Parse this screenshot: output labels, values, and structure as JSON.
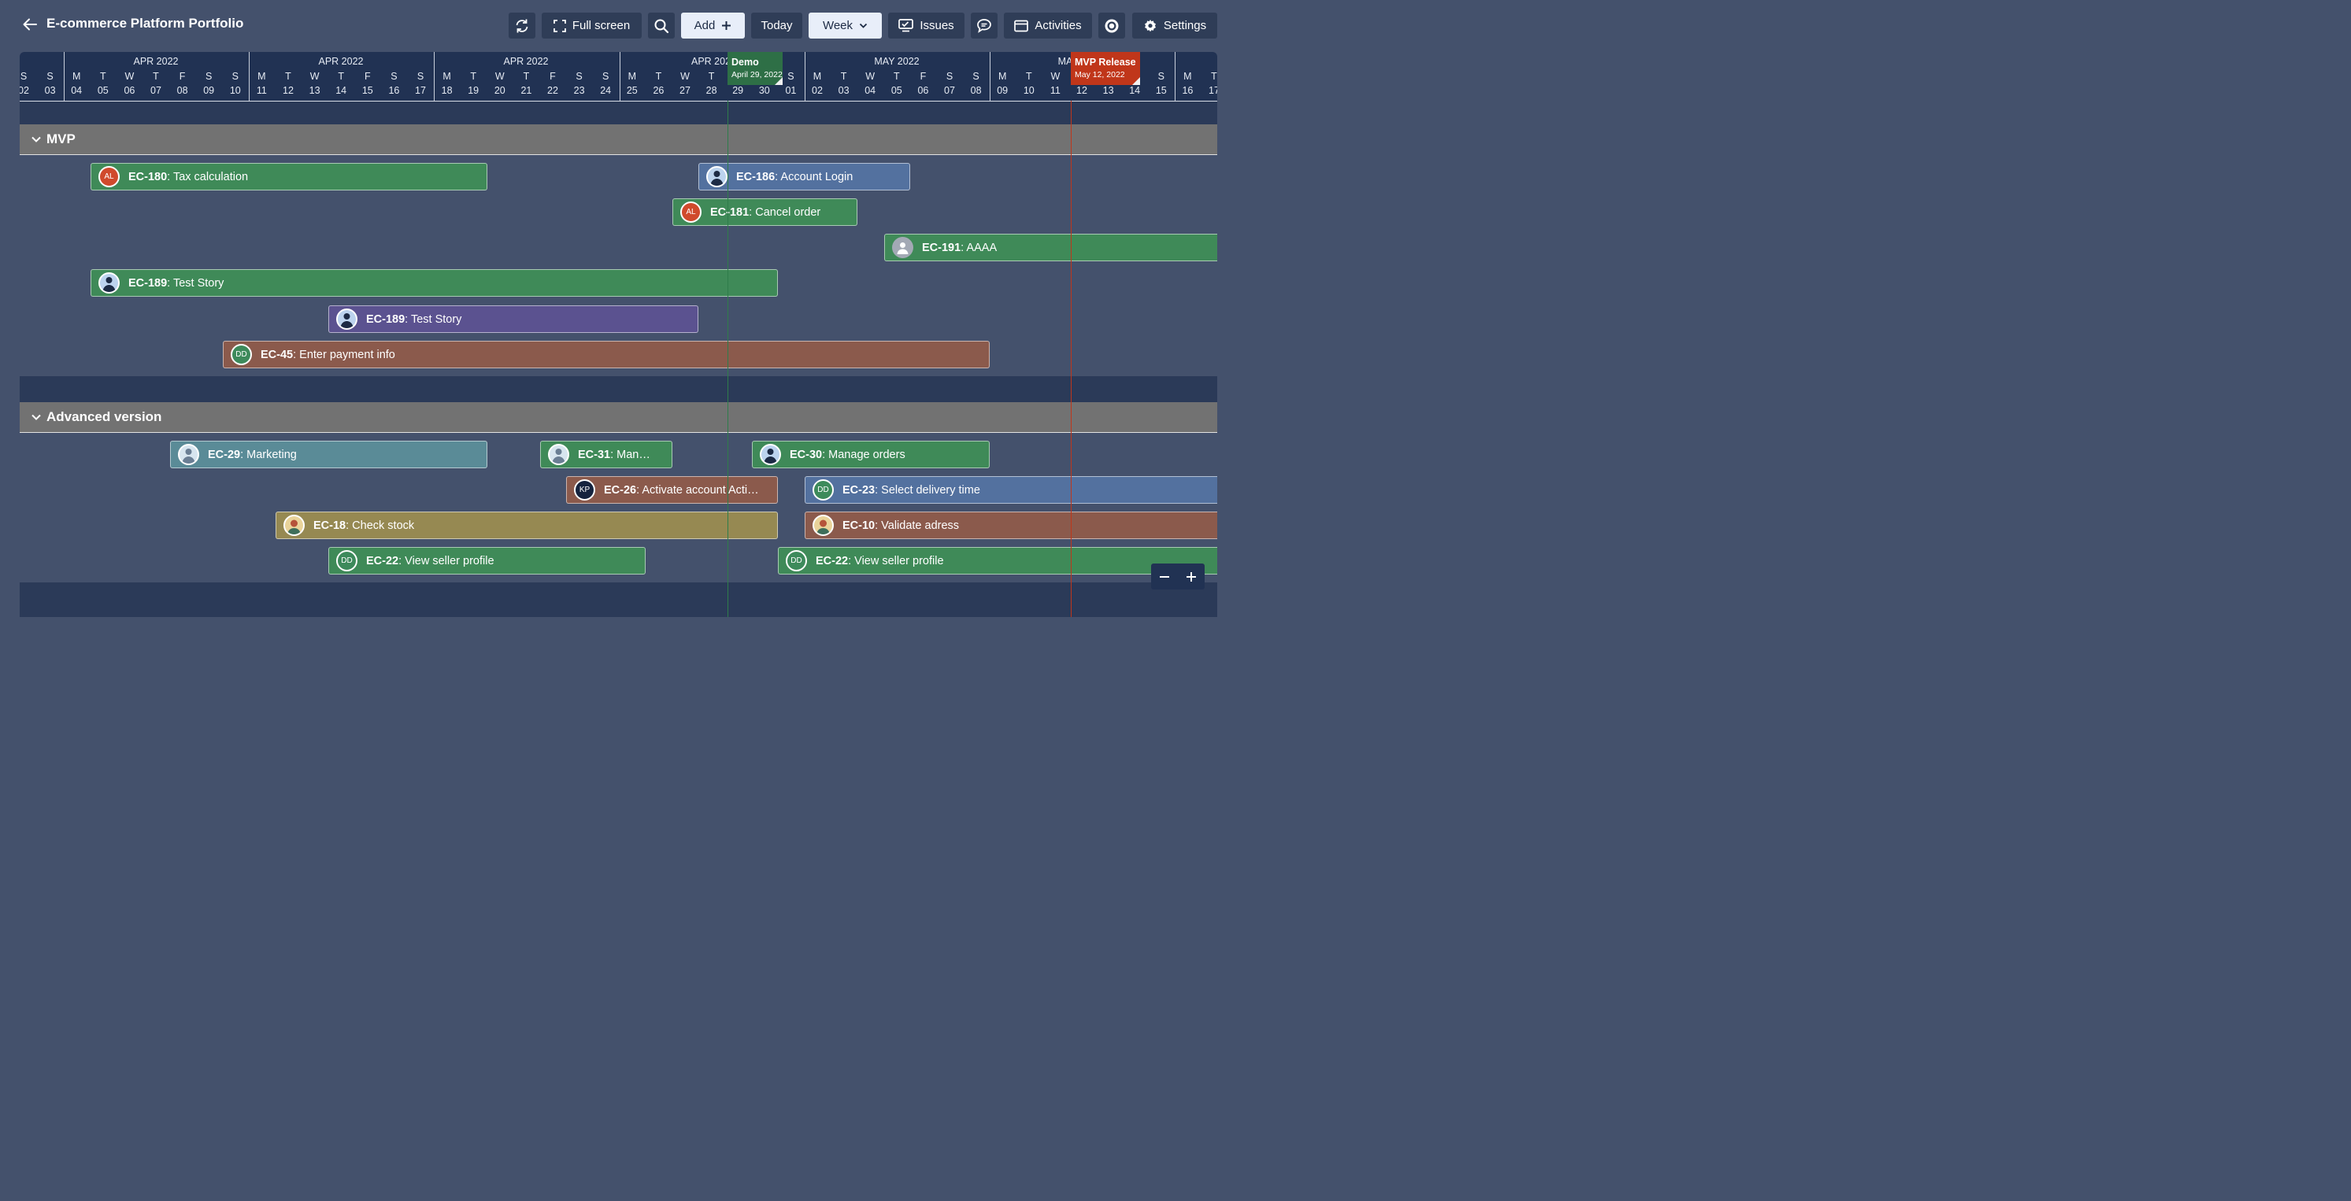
{
  "header": {
    "title": "E-commerce Platform Portfolio",
    "buttons": {
      "fullscreen": "Full screen",
      "add": "Add",
      "today": "Today",
      "week": "Week",
      "issues": "Issues",
      "activities": "Activities",
      "settings": "Settings"
    }
  },
  "timeline": {
    "months": [
      "APR 2022",
      "APR 2022",
      "APR 2022",
      "APR 202",
      "MAY 2022",
      "MA"
    ],
    "days": [
      {
        "dow": "S",
        "dom": "02"
      },
      {
        "dow": "S",
        "dom": "03"
      },
      {
        "dow": "M",
        "dom": "04"
      },
      {
        "dow": "T",
        "dom": "05"
      },
      {
        "dow": "W",
        "dom": "06"
      },
      {
        "dow": "T",
        "dom": "07"
      },
      {
        "dow": "F",
        "dom": "08"
      },
      {
        "dow": "S",
        "dom": "09"
      },
      {
        "dow": "S",
        "dom": "10"
      },
      {
        "dow": "M",
        "dom": "11"
      },
      {
        "dow": "T",
        "dom": "12"
      },
      {
        "dow": "W",
        "dom": "13"
      },
      {
        "dow": "T",
        "dom": "14"
      },
      {
        "dow": "F",
        "dom": "15"
      },
      {
        "dow": "S",
        "dom": "16"
      },
      {
        "dow": "S",
        "dom": "17"
      },
      {
        "dow": "M",
        "dom": "18"
      },
      {
        "dow": "T",
        "dom": "19"
      },
      {
        "dow": "W",
        "dom": "20"
      },
      {
        "dow": "T",
        "dom": "21"
      },
      {
        "dow": "F",
        "dom": "22"
      },
      {
        "dow": "S",
        "dom": "23"
      },
      {
        "dow": "S",
        "dom": "24"
      },
      {
        "dow": "M",
        "dom": "25"
      },
      {
        "dow": "T",
        "dom": "26"
      },
      {
        "dow": "W",
        "dom": "27"
      },
      {
        "dow": "T",
        "dom": "28"
      },
      {
        "dow": "",
        "dom": "29"
      },
      {
        "dow": "",
        "dom": "30"
      },
      {
        "dow": "S",
        "dom": "01"
      },
      {
        "dow": "M",
        "dom": "02"
      },
      {
        "dow": "T",
        "dom": "03"
      },
      {
        "dow": "W",
        "dom": "04"
      },
      {
        "dow": "T",
        "dom": "05"
      },
      {
        "dow": "F",
        "dom": "06"
      },
      {
        "dow": "S",
        "dom": "07"
      },
      {
        "dow": "S",
        "dom": "08"
      },
      {
        "dow": "M",
        "dom": "09"
      },
      {
        "dow": "T",
        "dom": "10"
      },
      {
        "dow": "W",
        "dom": "11"
      },
      {
        "dow": "",
        "dom": "12"
      },
      {
        "dow": "",
        "dom": "13"
      },
      {
        "dow": "",
        "dom": "14"
      },
      {
        "dow": "S",
        "dom": "15"
      },
      {
        "dow": "M",
        "dom": "16"
      },
      {
        "dow": "T",
        "dom": "17"
      }
    ],
    "milestones": [
      {
        "title": "Demo",
        "date": "April 29, 2022",
        "color": "#2e6f46"
      },
      {
        "title": "MVP Release",
        "date": "May 12, 2022",
        "color": "#c0361a"
      }
    ]
  },
  "groups": [
    {
      "title": "MVP",
      "tasks": [
        {
          "key": "EC-180",
          "summary": ": Tax calculation",
          "avatar": "AL",
          "color": "#3f8a58"
        },
        {
          "key": "EC-186",
          "summary": ": Account Login",
          "avatar": "",
          "color": "#53719f"
        },
        {
          "key": "EC-181",
          "summary": ": Cancel order",
          "avatar": "AL",
          "color": "#3f8a58"
        },
        {
          "key": "EC-191",
          "summary": ": AAAA",
          "avatar": "",
          "color": "#3f8a58"
        },
        {
          "key": "EC-189",
          "summary": ": Test Story",
          "avatar": "",
          "color": "#3f8a58"
        },
        {
          "key": "EC-189",
          "summary": ": Test Story",
          "avatar": "",
          "color": "#5b5290"
        },
        {
          "key": "EC-45",
          "summary": ": Enter payment info",
          "avatar": "DD",
          "color": "#8b5a4c"
        }
      ]
    },
    {
      "title": "Advanced version",
      "tasks": [
        {
          "key": "EC-29",
          "summary": ": Marketing",
          "avatar": "",
          "color": "#5a8b97"
        },
        {
          "key": "EC-31",
          "summary": ": Man…",
          "avatar": "",
          "color": "#3f8a58"
        },
        {
          "key": "EC-30",
          "summary": ": Manage orders",
          "avatar": "",
          "color": "#3f8a58"
        },
        {
          "key": "EC-26",
          "summary": ": Activate account Acti…",
          "avatar": "KP",
          "color": "#8b5a4c"
        },
        {
          "key": "EC-23",
          "summary": ": Select delivery time",
          "avatar": "DD",
          "color": "#53719f"
        },
        {
          "key": "EC-18",
          "summary": ": Check stock",
          "avatar": "",
          "color": "#968952"
        },
        {
          "key": "EC-10",
          "summary": ": Validate adress",
          "avatar": "",
          "color": "#8b5a4c"
        },
        {
          "key": "EC-22",
          "summary": ": View seller profile",
          "avatar": "DD",
          "color": "#3f8a58"
        },
        {
          "key": "EC-22",
          "summary": ": View seller profile",
          "avatar": "DD",
          "color": "#3f8a58"
        }
      ]
    }
  ]
}
